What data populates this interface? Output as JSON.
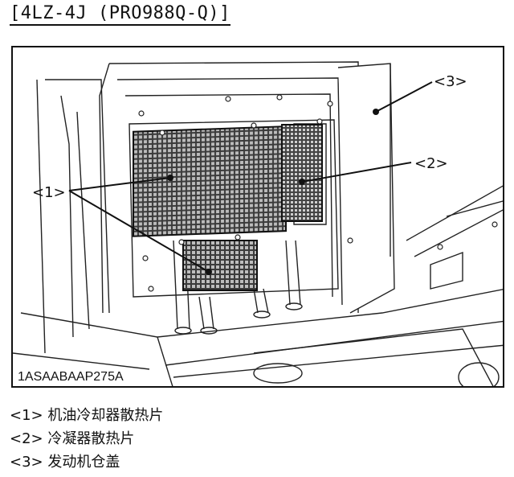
{
  "header": {
    "title": "[4LZ-4J (PRO988Q-Q)]"
  },
  "figure": {
    "id_label": "1ASAABAAP275A",
    "callouts": [
      {
        "num": "<1>"
      },
      {
        "num": "<2>"
      },
      {
        "num": "<3>"
      }
    ]
  },
  "legend": {
    "items": [
      {
        "label": "<1> 机油冷却器散热片"
      },
      {
        "label": "<2> 冷凝器散热片"
      },
      {
        "label": "<3> 发动机仓盖"
      }
    ]
  }
}
